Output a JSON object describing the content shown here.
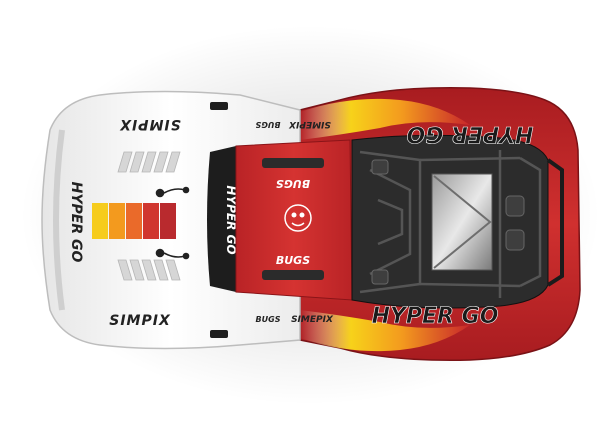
{
  "scene": {
    "subject": "rc-truck-body-top-view",
    "background": "#ffffff"
  },
  "colors": {
    "body_white": "#f4f4f4",
    "body_red": "#c8262b",
    "dark_red": "#8e1518",
    "chassis_dark": "#2b2b2b",
    "accent_orange": "#f39a1e",
    "accent_yellow": "#f7d21a"
  },
  "decals": {
    "hood_brand": "SIMPIX",
    "rear_brand": "SIMPIX",
    "side_brand_top": "SIMEPIX",
    "side_brand_bottom": "SIMEPIX",
    "model_large_top": "HYPER GO",
    "model_large_bottom": "HYPER GO",
    "hood_model": "HYPER GO",
    "windshield_model": "HYPER GO",
    "roof_top_label": "BUGS",
    "roof_bottom_label": "BUGS",
    "side_bugs_top": "BUGS",
    "side_bugs_bottom": "BUGS",
    "stripe_colors": [
      "#f6cc1c",
      "#f39a1e",
      "#ea6a2a",
      "#d0362f",
      "#b92a2e"
    ]
  }
}
